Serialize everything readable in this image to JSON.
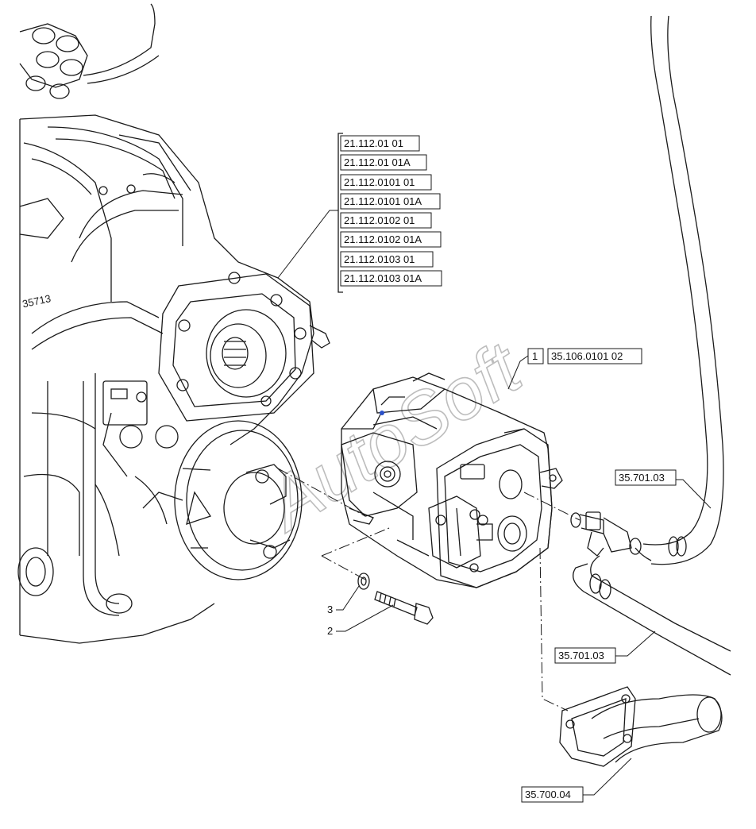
{
  "diagram": {
    "reference_list": [
      "21.112.01 01",
      "21.112.01 01A",
      "21.112.0101 01",
      "21.112.0101 01A",
      "21.112.0102 01",
      "21.112.0102 01A",
      "21.112.0103 01",
      "21.112.0103 01A"
    ],
    "part_1": {
      "number": "1",
      "reference": "35.106.0101 02"
    },
    "hose_upper_ref": "35.701.03",
    "hose_lower_ref": "35.701.03",
    "elbow_ref": "35.700.04",
    "item_3": "3",
    "item_2": "2",
    "engine_marking": "35713",
    "watermark": "AutoSoft",
    "colors": {
      "line": "#1a1a1a",
      "watermark": "#c8c8c8",
      "accent": "#2a50c8"
    }
  }
}
